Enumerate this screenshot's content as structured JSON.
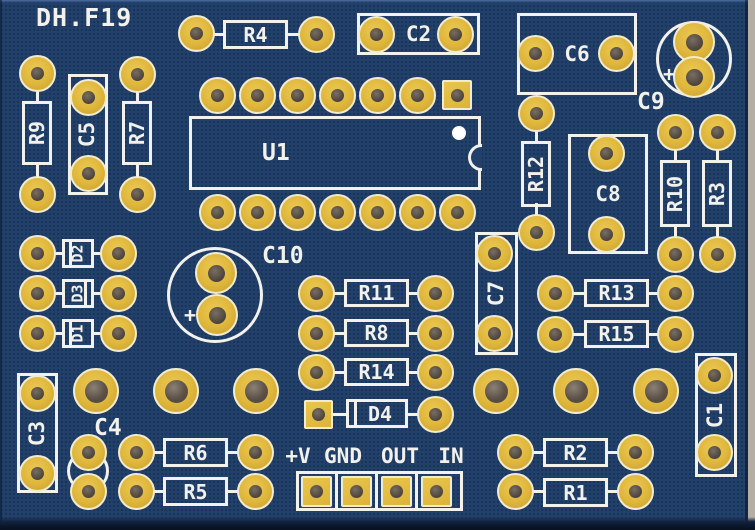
{
  "board": {
    "title": "DH.F19",
    "board_color": "#21406b",
    "silkscreen_color": "#f2f1ec",
    "pad_gold": "#dfb73c",
    "pad_rim": "#f1ebd1",
    "hole_color": "#4b433c",
    "edge_right_color": "#b4aea5",
    "edge_bottom_color": "#0a1528"
  },
  "components": {
    "u1": "U1",
    "r1": "R1",
    "r2": "R2",
    "r3": "R3",
    "r4": "R4",
    "r5": "R5",
    "r6": "R6",
    "r7": "R7",
    "r8": "R8",
    "r9": "R9",
    "r10": "R10",
    "r11": "R11",
    "r12": "R12",
    "r13": "R13",
    "r14": "R14",
    "r15": "R15",
    "c1": "C1",
    "c2": "C2",
    "c3": "C3",
    "c4": "C4",
    "c5": "C5",
    "c6": "C6",
    "c7": "C7",
    "c8": "C8",
    "c9": "C9",
    "c10": "C10",
    "d1": "D1",
    "d2": "D2",
    "d3": "D3",
    "d4": "D4"
  },
  "connector": {
    "labels": [
      "+V",
      "GND",
      "OUT",
      "IN"
    ]
  },
  "marks": {
    "plus": "+"
  }
}
